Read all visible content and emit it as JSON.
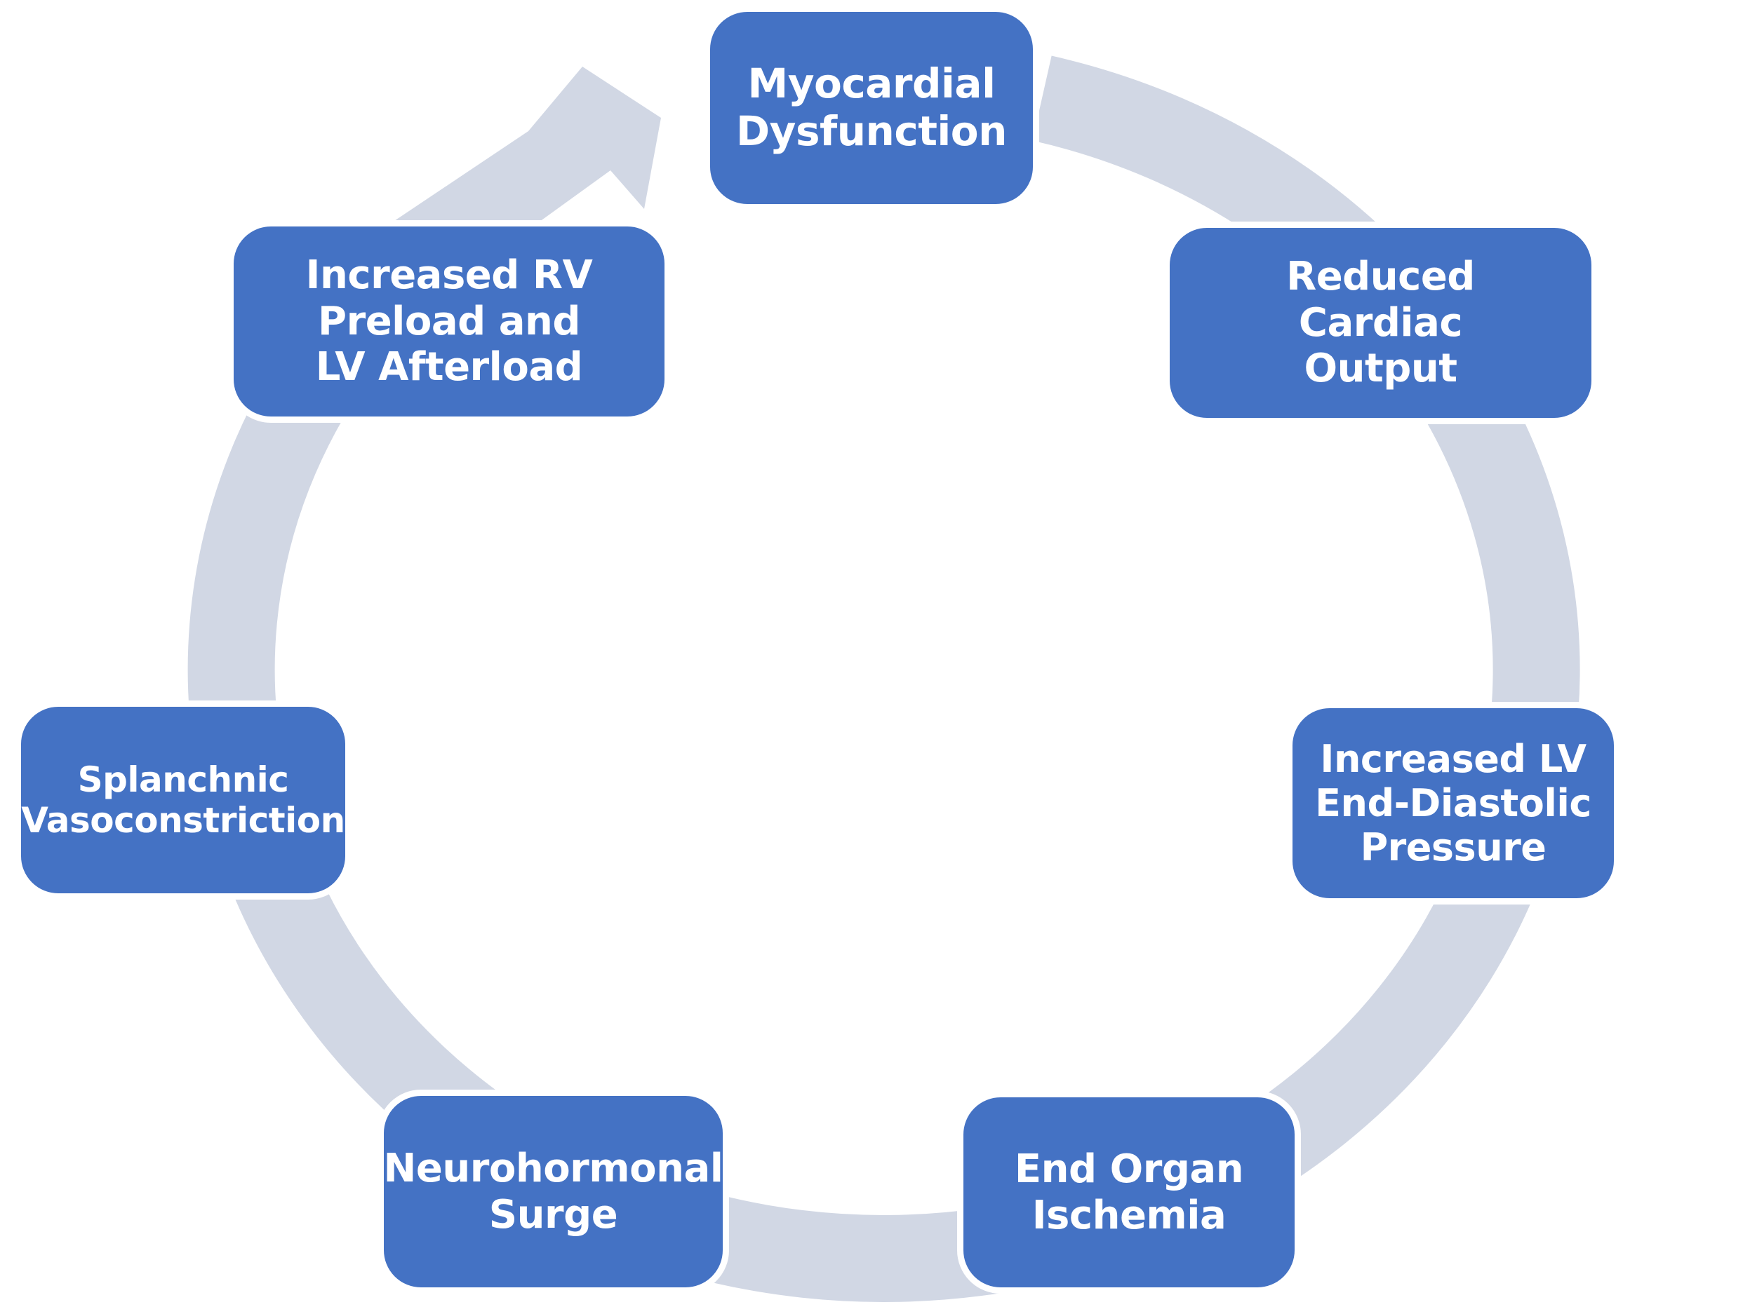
{
  "diagram": {
    "type": "cycle",
    "flow_direction": "clockwise",
    "nodes": [
      {
        "label": [
          "Myocardial",
          "Dysfunction"
        ]
      },
      {
        "label": [
          "Reduced",
          "Cardiac",
          "Output"
        ]
      },
      {
        "label": [
          "Increased LV",
          "End-Diastolic",
          "Pressure"
        ]
      },
      {
        "label": [
          "End Organ",
          "Ischemia"
        ]
      },
      {
        "label": [
          "Neurohormonal",
          "Surge"
        ]
      },
      {
        "label": [
          "Splanchnic",
          "Vasoconstriction"
        ]
      },
      {
        "label": [
          "Increased RV",
          "Preload and",
          "LV Afterload"
        ]
      }
    ],
    "colors": {
      "node_fill": "#4472C4",
      "node_border": "#FFFFFF",
      "node_text": "#FFFFFF",
      "ring": "#D1D7E4",
      "background": "#FFFFFF"
    }
  }
}
